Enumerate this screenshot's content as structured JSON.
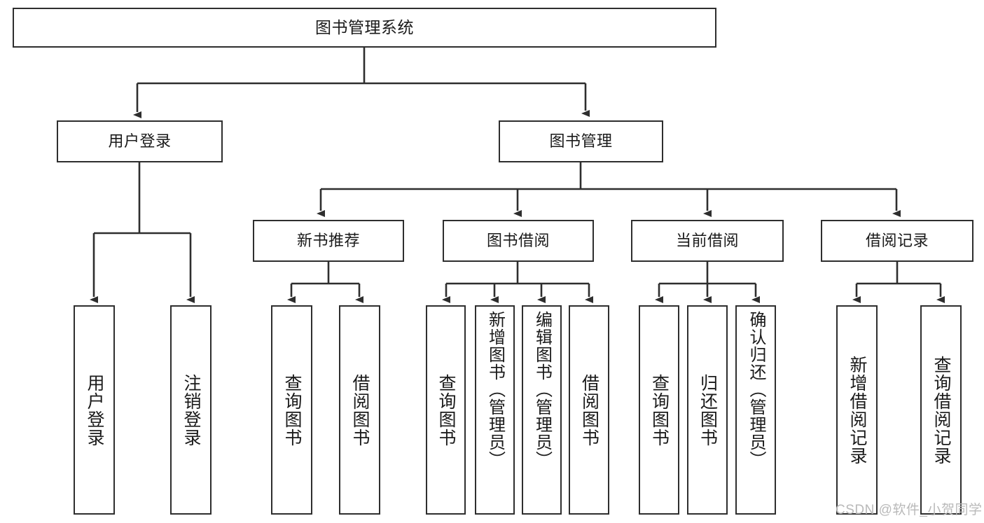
{
  "diagram": {
    "type": "tree-hierarchy",
    "title": "图书管理系统",
    "orientation": "top-down",
    "watermark": "CSDN @软件_小贺同学",
    "colors": {
      "stroke": "#2e2e2e",
      "fill": "#ffffff",
      "text": "#1a1a1a",
      "watermark": "#b9b9b9"
    },
    "levels": {
      "root": "图书管理系统",
      "level2": [
        "用户登录",
        "图书管理"
      ],
      "level3": [
        "新书推荐",
        "图书借阅",
        "当前借阅",
        "借阅记录"
      ]
    },
    "nodes": {
      "root": {
        "label": "图书管理系统"
      },
      "user_login": {
        "label": "用户登录"
      },
      "book_manage": {
        "label": "图书管理"
      },
      "new_book_rec": {
        "label": "新书推荐"
      },
      "book_borrow": {
        "label": "图书借阅"
      },
      "current_borrow": {
        "label": "当前借阅"
      },
      "borrow_record": {
        "label": "借阅记录"
      },
      "leaf_user_login": {
        "label": "用户登录"
      },
      "leaf_logout": {
        "label": "注销登录"
      },
      "leaf_query_book_1": {
        "label": "查询图书"
      },
      "leaf_borrow_book_1": {
        "label": "借阅图书"
      },
      "leaf_query_book_2": {
        "label": "查询图书"
      },
      "leaf_add_book": {
        "label": "新增图书（管理员）"
      },
      "leaf_edit_book": {
        "label": "编辑图书（管理员）"
      },
      "leaf_borrow_book_2": {
        "label": "借阅图书"
      },
      "leaf_query_book_3": {
        "label": "查询图书"
      },
      "leaf_return_book": {
        "label": "归还图书"
      },
      "leaf_confirm_return": {
        "label": "确认归还（管理员）"
      },
      "leaf_add_record": {
        "label": "新增借阅记录"
      },
      "leaf_query_record": {
        "label": "查询借阅记录"
      }
    },
    "edges": [
      {
        "from": "root",
        "to": "user_login"
      },
      {
        "from": "root",
        "to": "book_manage"
      },
      {
        "from": "user_login",
        "to": "leaf_user_login"
      },
      {
        "from": "user_login",
        "to": "leaf_logout"
      },
      {
        "from": "book_manage",
        "to": "new_book_rec"
      },
      {
        "from": "book_manage",
        "to": "book_borrow"
      },
      {
        "from": "book_manage",
        "to": "current_borrow"
      },
      {
        "from": "book_manage",
        "to": "borrow_record"
      },
      {
        "from": "new_book_rec",
        "to": "leaf_query_book_1"
      },
      {
        "from": "new_book_rec",
        "to": "leaf_borrow_book_1"
      },
      {
        "from": "book_borrow",
        "to": "leaf_query_book_2"
      },
      {
        "from": "book_borrow",
        "to": "leaf_add_book"
      },
      {
        "from": "book_borrow",
        "to": "leaf_edit_book"
      },
      {
        "from": "book_borrow",
        "to": "leaf_borrow_book_2"
      },
      {
        "from": "current_borrow",
        "to": "leaf_query_book_3"
      },
      {
        "from": "current_borrow",
        "to": "leaf_return_book"
      },
      {
        "from": "current_borrow",
        "to": "leaf_confirm_return"
      },
      {
        "from": "borrow_record",
        "to": "leaf_add_record"
      },
      {
        "from": "borrow_record",
        "to": "leaf_query_record"
      }
    ]
  }
}
